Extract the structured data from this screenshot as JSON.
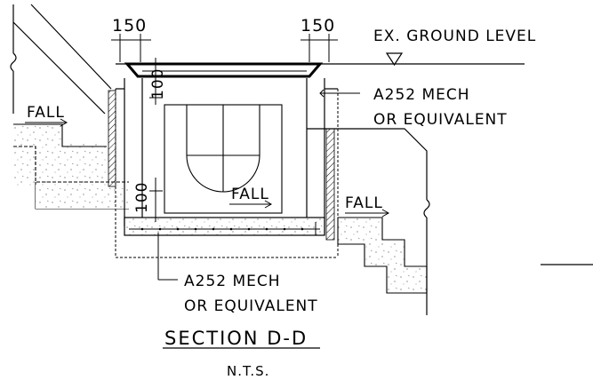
{
  "labels": {
    "dim_left": "150",
    "dim_right": "150",
    "dim_vertical_top": "100",
    "dim_vertical_bottom": "100",
    "ground_level": "EX. GROUND LEVEL",
    "fall_left": "FALL",
    "fall_center": "FALL",
    "fall_right": "FALL",
    "mesh_top_line1": "A252 MECH",
    "mesh_top_line2": "OR EQUIVALENT",
    "mesh_bottom_line1": "A252 MECH",
    "mesh_bottom_line2": "OR EQUIVALENT",
    "section_title": "SECTION D-D",
    "scale_note": "N.T.S."
  }
}
